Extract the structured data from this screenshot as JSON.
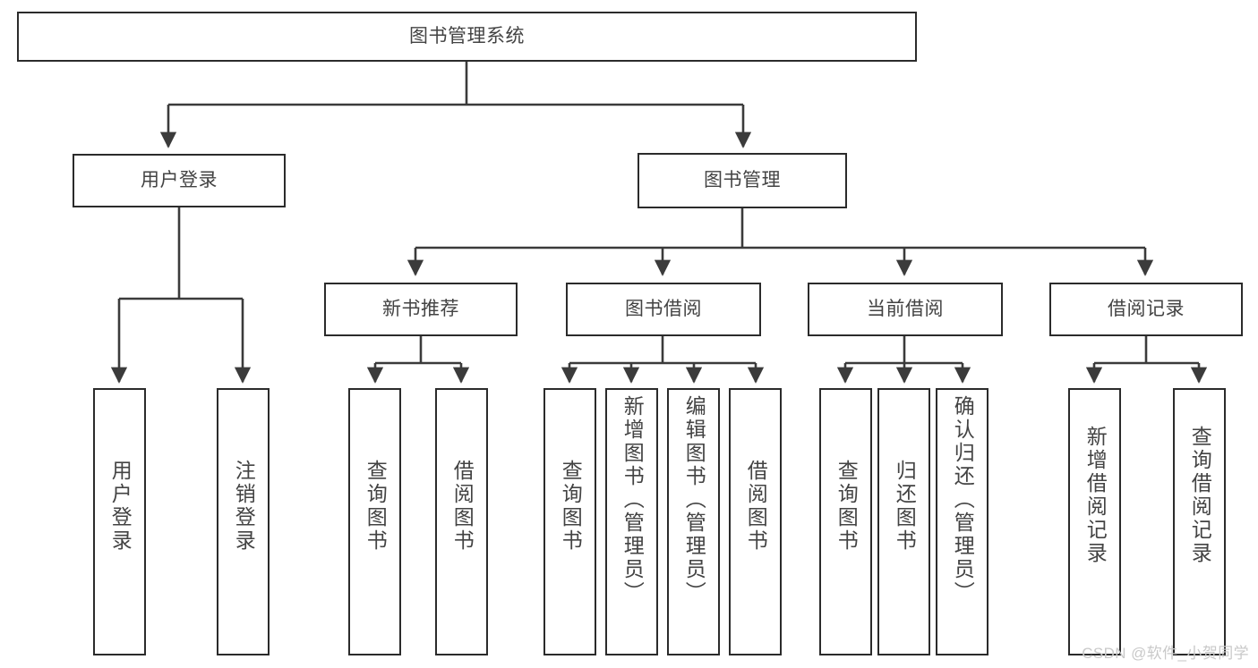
{
  "diagram": {
    "type": "tree",
    "title": "图书管理系统",
    "watermark": "CSDN @软件_小贺同学",
    "colors": {
      "box_border": "#2b2b2b",
      "box_fill": "#ffffff",
      "line": "#3b3b3b",
      "text": "#434343",
      "watermark": "#c9c9c9",
      "background": "#ffffff"
    },
    "root": {
      "label": "图书管理系统"
    },
    "level1": [
      {
        "label": "用户登录"
      },
      {
        "label": "图书管理"
      }
    ],
    "level2": [
      {
        "label": "新书推荐"
      },
      {
        "label": "图书借阅"
      },
      {
        "label": "当前借阅"
      },
      {
        "label": "借阅记录"
      }
    ],
    "leaves": {
      "user_login": [
        {
          "label": "用户登录"
        },
        {
          "label": "注销登录"
        }
      ],
      "new_book": [
        {
          "label": "查询图书"
        },
        {
          "label": "借阅图书"
        }
      ],
      "book_borrow": [
        {
          "label": "查询图书"
        },
        {
          "label": "新增图书（管理员）"
        },
        {
          "label": "编辑图书（管理员）"
        },
        {
          "label": "借阅图书"
        }
      ],
      "current_borrow": [
        {
          "label": "查询图书"
        },
        {
          "label": "归还图书"
        },
        {
          "label": "确认归还（管理员）"
        }
      ],
      "borrow_record": [
        {
          "label": "新增借阅记录"
        },
        {
          "label": "查询借阅记录"
        }
      ]
    }
  }
}
